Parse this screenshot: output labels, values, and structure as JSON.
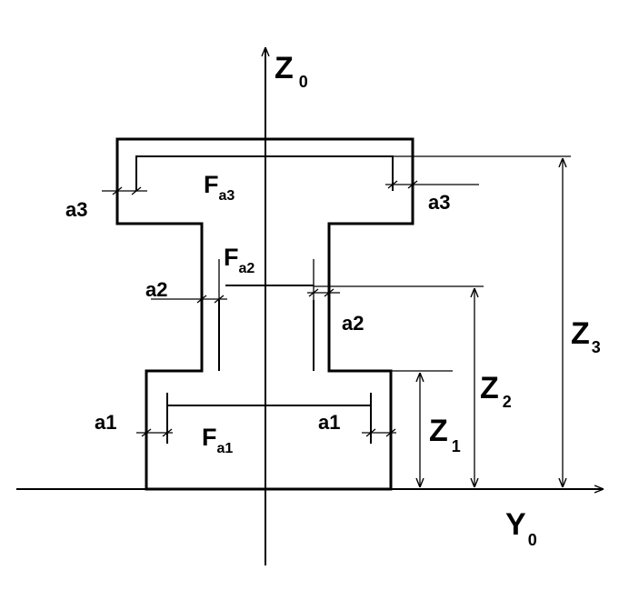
{
  "axes": {
    "vertical": {
      "main": "Z",
      "sub": "0"
    },
    "horizontal": {
      "main": "Y",
      "sub": "0"
    }
  },
  "dimensions": {
    "z1": {
      "main": "Z",
      "sub": "1"
    },
    "z2": {
      "main": "Z",
      "sub": "2"
    },
    "z3": {
      "main": "Z",
      "sub": "3"
    }
  },
  "areas": {
    "fa1": {
      "main": "F",
      "sub": "a1"
    },
    "fa2": {
      "main": "F",
      "sub": "a2"
    },
    "fa3": {
      "main": "F",
      "sub": "a3"
    }
  },
  "offsets": {
    "a1": "a1",
    "a2": "a2",
    "a3": "a3"
  }
}
